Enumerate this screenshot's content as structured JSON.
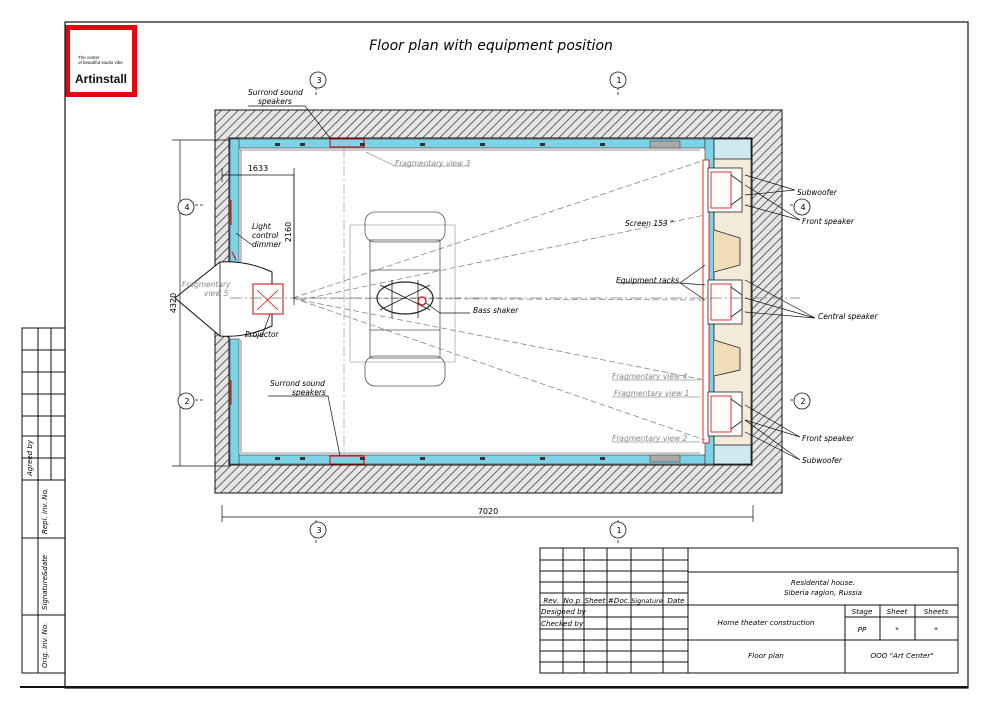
{
  "title": "Floor plan with equipment position",
  "logo": {
    "tagline_1": "The center",
    "tagline_2": "of beautiful studio vibe",
    "name": "Artinstall"
  },
  "labels": {
    "surround_top": [
      "Surrond sound",
      "speakers"
    ],
    "surround_bottom": [
      "Surrond sound",
      "speakers"
    ],
    "fragmentary_view_3": "Fragmentary view 3",
    "fragmentary_view_5": [
      "Fragmentary",
      "view 5"
    ],
    "fragmentary_view_4": "Fragmentary view 4",
    "fragmentary_view_1": "Fragmentary view 1",
    "fragmentary_view_2": "Fragmentary view 2",
    "light_control": [
      "Light",
      "control",
      "dimmer"
    ],
    "projector": "Projector",
    "bass_shaker": "Bass shaker",
    "screen": "Screen 153 \"",
    "equipment_racks": "Equipment racks",
    "subwoofer_top": "Subwoofer",
    "front_speaker_top": "Front speaker",
    "central_speaker": "Central speaker",
    "front_speaker_bottom": "Front speaker",
    "subwoofer_bottom": "Subwoofer"
  },
  "dimensions": {
    "d1633": "1633",
    "d2160": "2160",
    "d4320": "4320",
    "d7020": "7020"
  },
  "axis_markers": {
    "a1": "1",
    "a2": "2",
    "a3": "3",
    "a4": "4"
  },
  "side_stamp": {
    "agreed_by": "Agreed by",
    "repl_inv_no": "Repl. inv. No.",
    "signature_date": "Signature&date",
    "orig_inv_no": "Orig. inv. No."
  },
  "title_block": {
    "project": [
      "Residental house.",
      "Siberia ragion, Russia"
    ],
    "headers": [
      "Rev.",
      "No.p.",
      "Sheet",
      "#Doc.",
      "Signature",
      "Date"
    ],
    "designed_by": "Designed by",
    "checked_by": "Checked by",
    "stage_header": "Stage",
    "sheet_header": "Sheet",
    "sheets_header": "Sheets",
    "stage_value": "PP",
    "sheet_value": "*",
    "sheets_value": "*",
    "doc_title": "Home theater construction",
    "drawing_name": "Floor plan",
    "company": "OOO \"Art Center\""
  },
  "colors": {
    "wall_hatch": "#555555",
    "insulation": "#7fd3e6",
    "red": "#d40000",
    "logo_border": "#e30613"
  }
}
